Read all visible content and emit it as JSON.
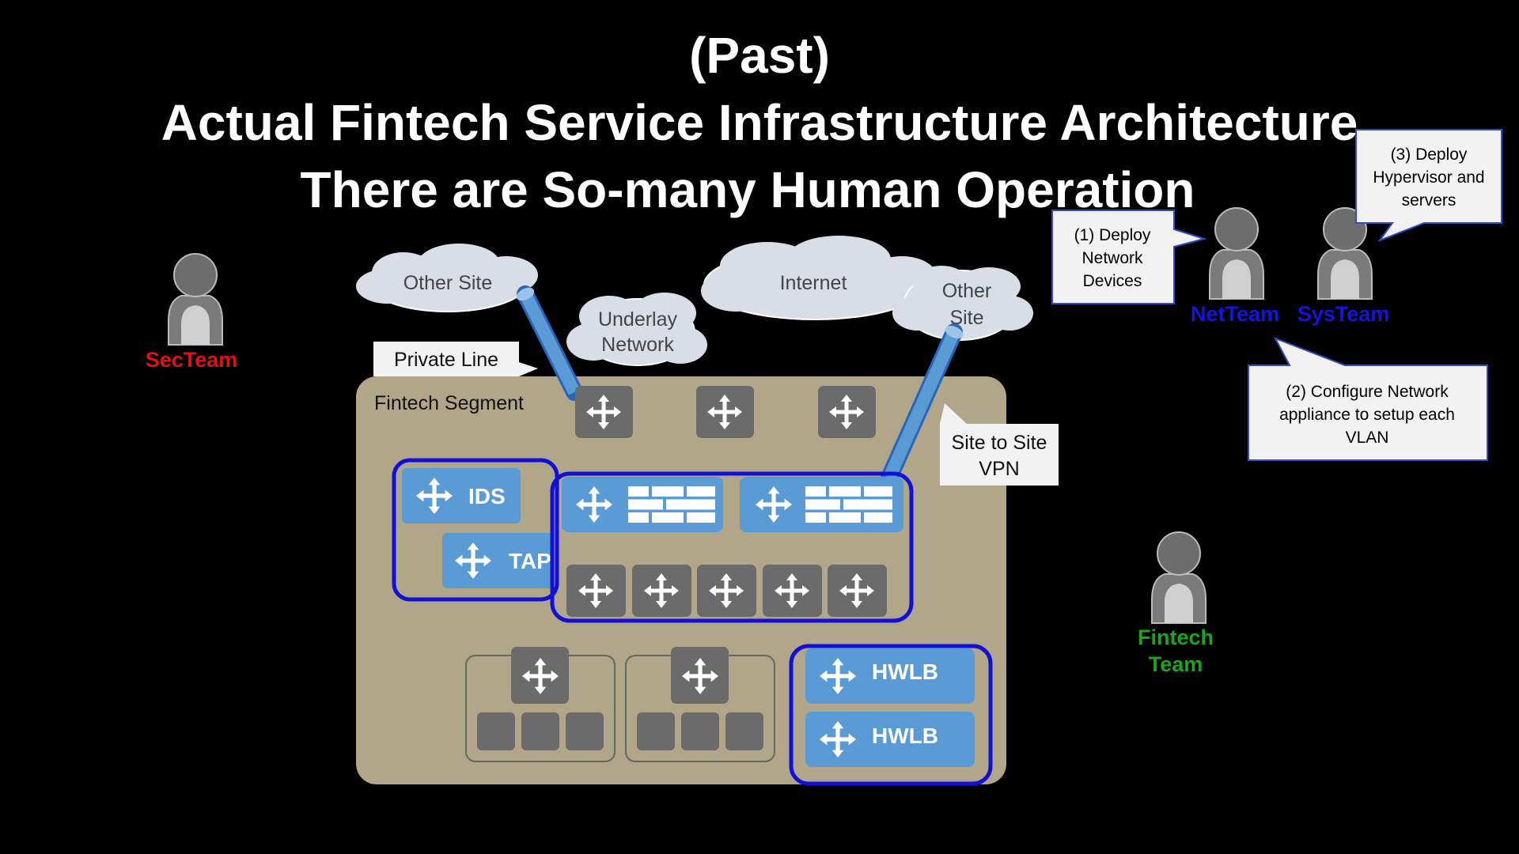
{
  "title": {
    "line1": "(Past)",
    "line2": "Actual Fintech Service Infrastructure Architecture",
    "line3": "There are So-many Human Operation"
  },
  "people": {
    "secteam": {
      "label": "SecTeam",
      "color": "#e31010"
    },
    "netteam": {
      "label": "NetTeam",
      "color": "#1414e0"
    },
    "systeam": {
      "label": "SysTeam",
      "color": "#1414e0"
    },
    "fintech": {
      "label1": "Fintech",
      "label2": "Team",
      "color": "#1aa61a"
    }
  },
  "callouts": {
    "deploy_network": [
      "(1) Deploy",
      "Network",
      "Devices"
    ],
    "deploy_hypervisor": [
      "(3) Deploy",
      "Hypervisor and",
      "servers"
    ],
    "configure_network": [
      "(2) Configure Network",
      "appliance to setup each",
      "VLAN"
    ]
  },
  "clouds": {
    "other_site_left": "Other Site",
    "underlay": [
      "Underlay",
      "Network"
    ],
    "internet": "Internet",
    "other_site_right": [
      "Other",
      "Site"
    ]
  },
  "labels": {
    "private_line": "Private Line",
    "fintech_segment": "Fintech Segment",
    "site_to_site": [
      "Site to Site",
      "VPN"
    ]
  },
  "devices": {
    "ids": "IDS",
    "tap": "TAP",
    "hwlb_1": "HWLB",
    "hwlb_2": "HWLB"
  },
  "colors": {
    "segment_fill": "#b2a68a",
    "device_gray": "#6b6b6b",
    "device_blue": "#5b9bd5",
    "group_border": "#1010d8",
    "cloud_fill": "#d8dde6"
  }
}
